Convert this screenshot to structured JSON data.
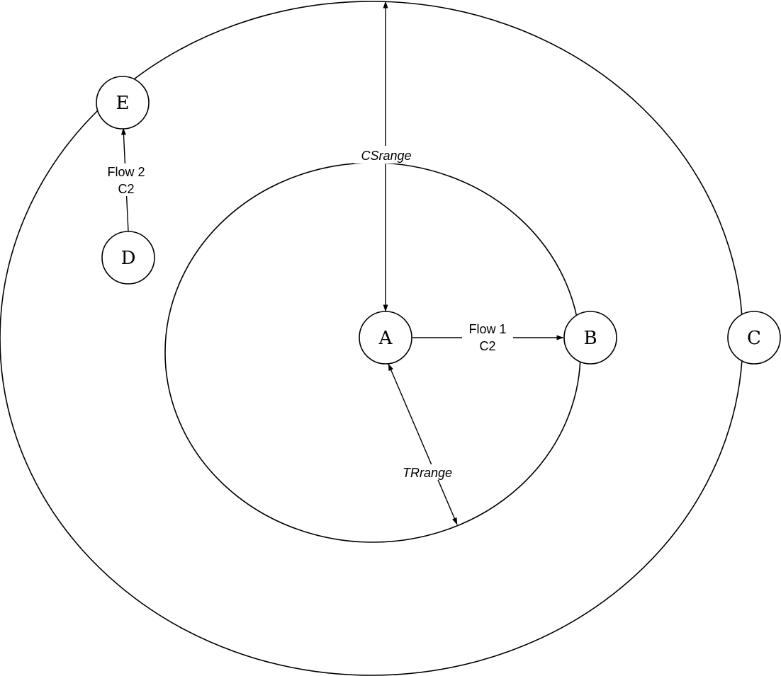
{
  "nodes": [
    {
      "id": "A",
      "label": "A"
    },
    {
      "id": "B",
      "label": "B"
    },
    {
      "id": "C",
      "label": "C"
    },
    {
      "id": "D",
      "label": "D"
    },
    {
      "id": "E",
      "label": "E"
    }
  ],
  "flows": [
    {
      "line1": "Flow 1",
      "line2": "C2"
    },
    {
      "line1": "Flow 2",
      "line2": "C2"
    }
  ],
  "ranges": {
    "cs": "CSrange",
    "tr": "TRrange"
  }
}
